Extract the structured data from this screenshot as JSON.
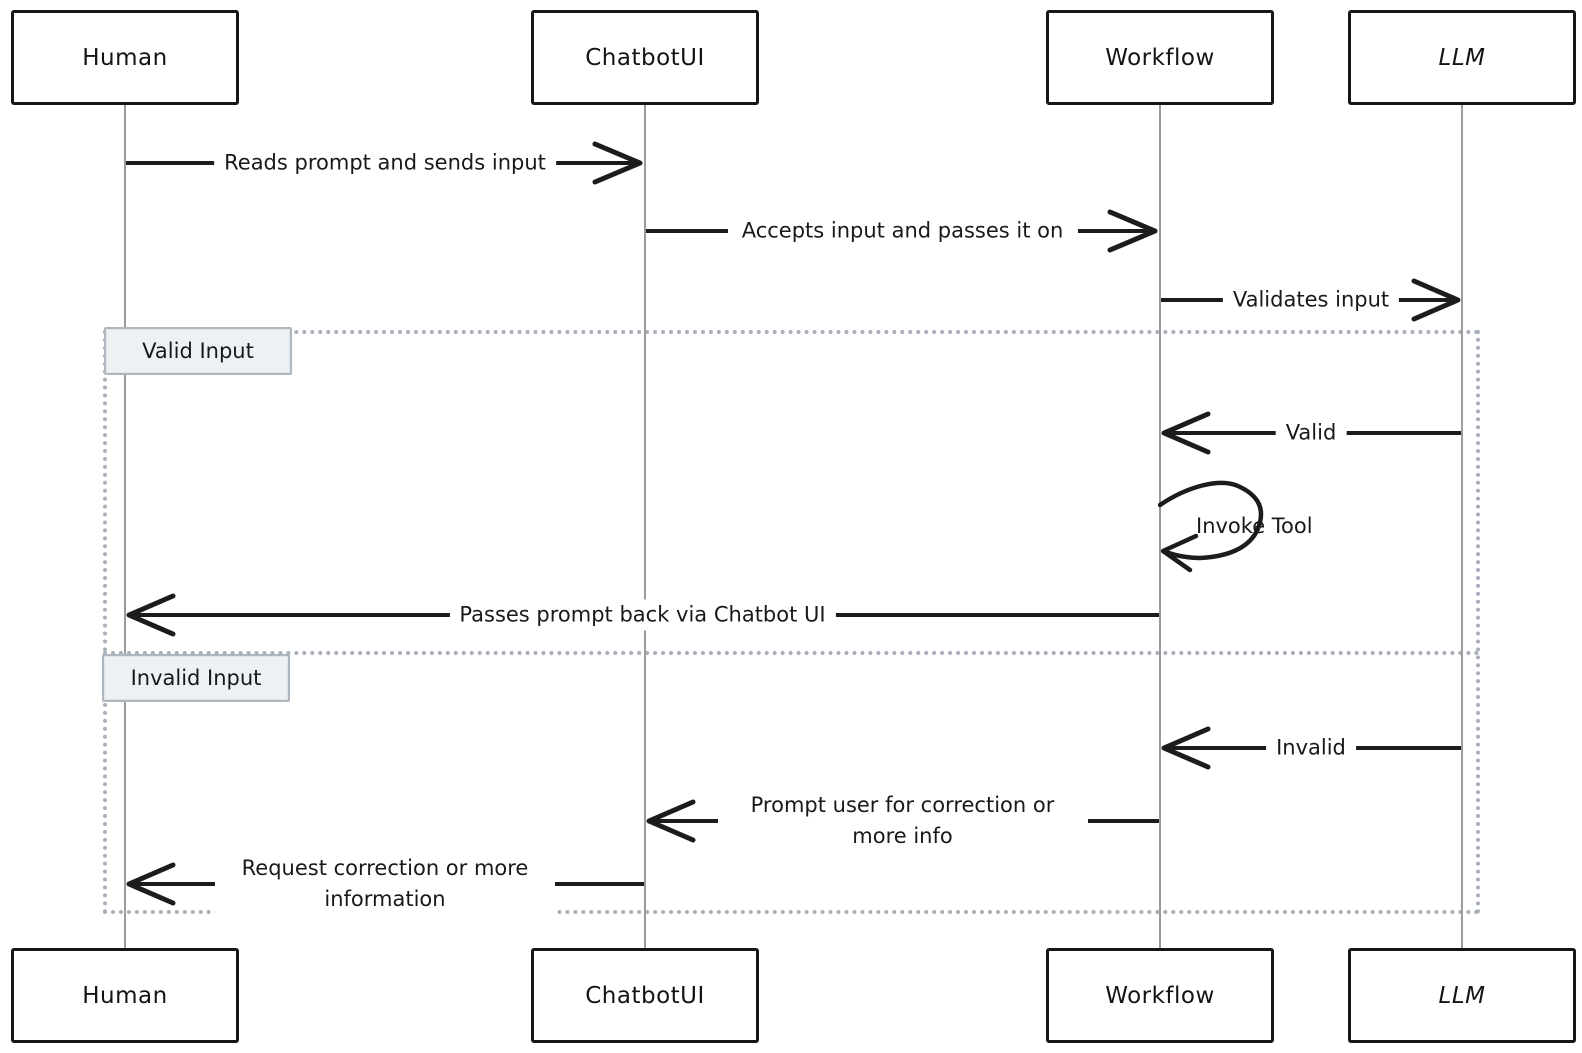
{
  "diagram": {
    "type": "sequence",
    "actors": [
      {
        "name": "Human"
      },
      {
        "name": "ChatbotUI"
      },
      {
        "name": "Workflow"
      },
      {
        "name": "LLM"
      }
    ],
    "messages": [
      {
        "from": "Human",
        "to": "ChatbotUI",
        "label": "Reads prompt and sends input"
      },
      {
        "from": "ChatbotUI",
        "to": "Workflow",
        "label": "Accepts input and passes it on"
      },
      {
        "from": "Workflow",
        "to": "LLM",
        "label": "Validates input"
      },
      {
        "from": "LLM",
        "to": "Workflow",
        "label": "Valid",
        "section": "Valid Input"
      },
      {
        "from": "Workflow",
        "to": "Workflow",
        "label": "Invoke Tool",
        "self_message": true,
        "section": "Valid Input"
      },
      {
        "from": "Workflow",
        "to": "Human",
        "label": "Passes prompt back via Chatbot UI",
        "section": "Valid Input"
      },
      {
        "from": "LLM",
        "to": "Workflow",
        "label": "Invalid",
        "section": "Invalid Input"
      },
      {
        "from": "Workflow",
        "to": "ChatbotUI",
        "label": "Prompt user for correction or more info",
        "section": "Invalid Input"
      },
      {
        "from": "ChatbotUI",
        "to": "Human",
        "label": "Request correction or more information",
        "section": "Invalid Input"
      }
    ],
    "sections": [
      {
        "label": "Valid Input"
      },
      {
        "label": "Invalid Input"
      }
    ],
    "colors": {
      "line": "#1c1c1c",
      "lifeline": "#9b9b9b",
      "frame_border": "#a7b0ba",
      "section_bg": "#eef1f3",
      "section_border": "#aeb7bf",
      "background": "#ffffff"
    }
  }
}
